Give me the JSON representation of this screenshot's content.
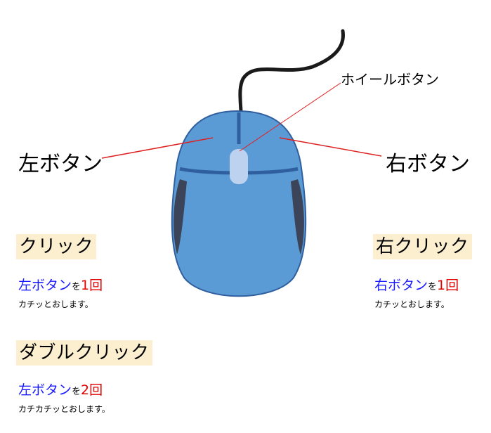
{
  "labels": {
    "left_button": "左ボタン",
    "right_button": "右ボタン",
    "wheel_button": "ホイールボタン"
  },
  "sections": {
    "click": {
      "heading": "クリック",
      "button": "左ボタン",
      "particle": "を",
      "count": "1回",
      "description": "カチッとおします。"
    },
    "right_click": {
      "heading": "右クリック",
      "button": "右ボタン",
      "particle": "を",
      "count": "1回",
      "description": "カチッとおします。"
    },
    "double_click": {
      "heading": "ダブルクリック",
      "button": "左ボタン",
      "particle": "を",
      "count": "2回",
      "description": "カチカチッとおします。"
    }
  },
  "colors": {
    "mouse_body": "#5b9bd5",
    "mouse_dark": "#2f5f9e",
    "side_grip": "#3b4458",
    "wheel": "#bcd2ee",
    "cable": "#1a1a1a",
    "leader_line": "#e02020",
    "heading_bg": "#fcefcf",
    "button_text": "#1a1aff",
    "count_text": "#e00000"
  }
}
